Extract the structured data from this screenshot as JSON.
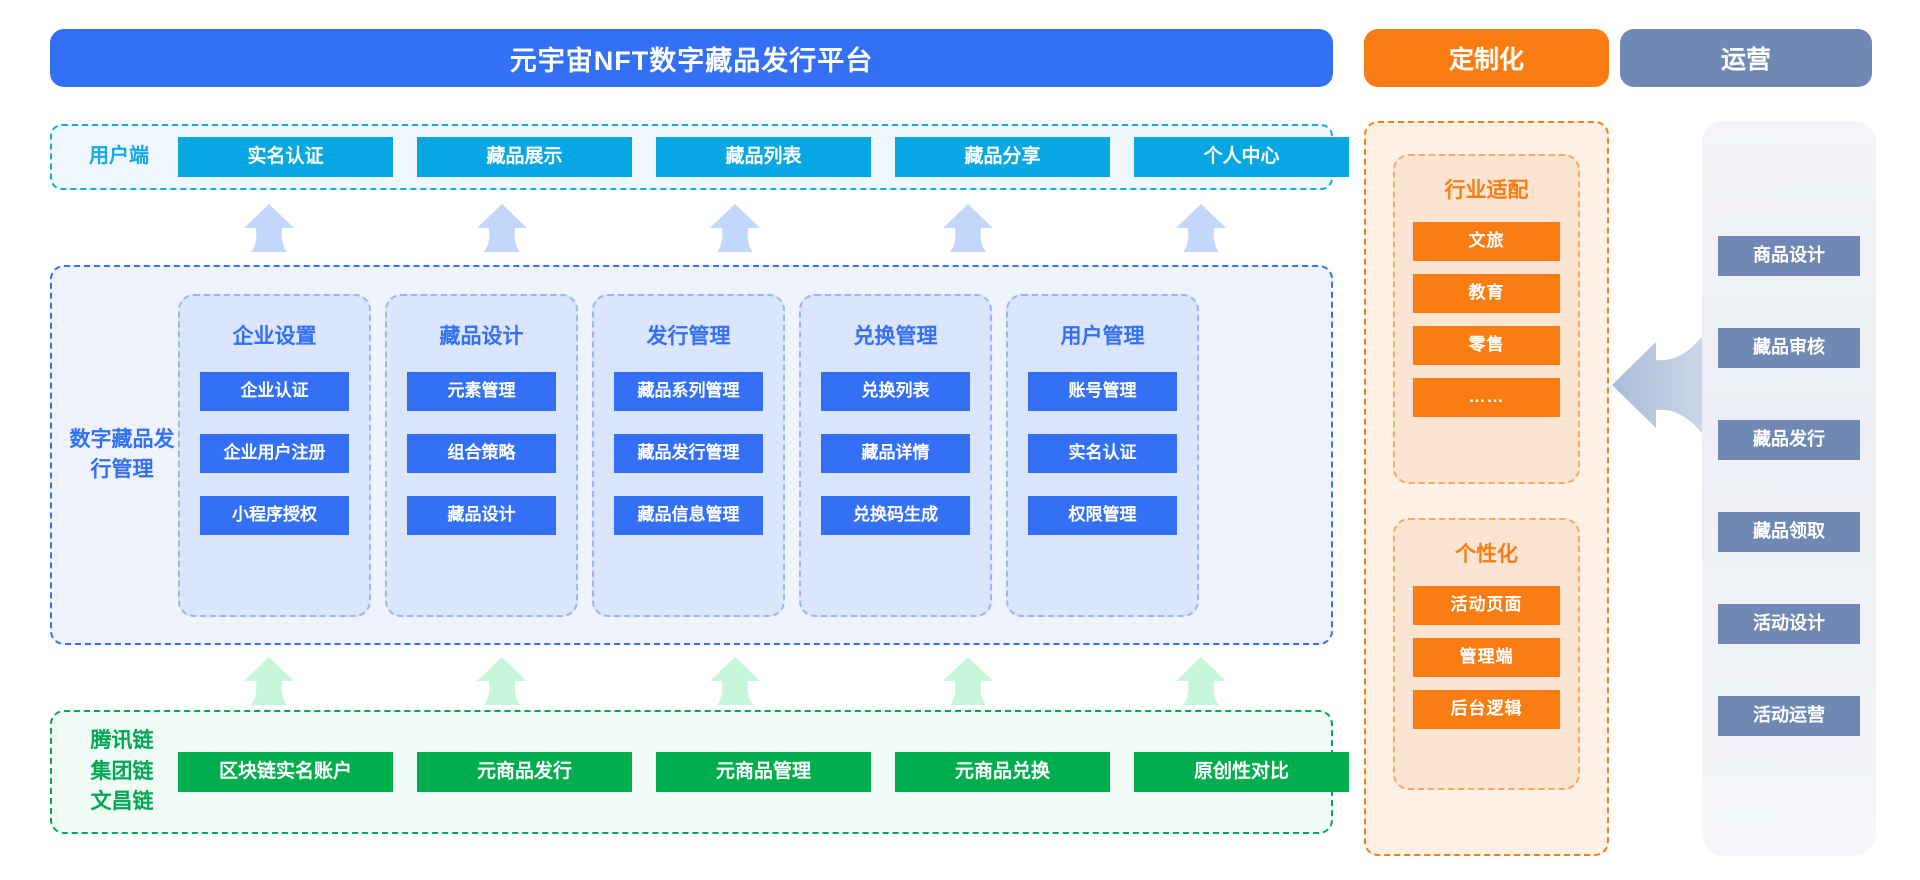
{
  "banners": {
    "platform_title": "元宇宙NFT数字藏品发行平台",
    "customization": "定制化",
    "operation": "运营"
  },
  "colors": {
    "primary_blue": "#3370f5",
    "cyan": "#06a7e2",
    "green": "#00ae4d",
    "orange": "#f97d12",
    "slate": "#7089b4"
  },
  "user_tier": {
    "label": "用户端",
    "items": [
      {
        "label": "实名认证"
      },
      {
        "label": "藏品展示"
      },
      {
        "label": "藏品列表"
      },
      {
        "label": "藏品分享"
      },
      {
        "label": "个人中心"
      }
    ]
  },
  "core_tier": {
    "label": "数字藏品发行管理",
    "cards": [
      {
        "title": "企业设置",
        "items": [
          {
            "label": "企业认证"
          },
          {
            "label": "企业用户注册"
          },
          {
            "label": "小程序授权"
          }
        ]
      },
      {
        "title": "藏品设计",
        "items": [
          {
            "label": "元素管理"
          },
          {
            "label": "组合策略"
          },
          {
            "label": "藏品设计"
          }
        ]
      },
      {
        "title": "发行管理",
        "items": [
          {
            "label": "藏品系列管理"
          },
          {
            "label": "藏品发行管理"
          },
          {
            "label": "藏品信息管理"
          }
        ]
      },
      {
        "title": "兑换管理",
        "items": [
          {
            "label": "兑换列表"
          },
          {
            "label": "藏品详情"
          },
          {
            "label": "兑换码生成"
          }
        ]
      },
      {
        "title": "用户管理",
        "items": [
          {
            "label": "账号管理"
          },
          {
            "label": "实名认证"
          },
          {
            "label": "权限管理"
          }
        ]
      }
    ]
  },
  "chain_tier": {
    "label": "腾讯链集团链文昌链",
    "label_lines": [
      "腾讯链",
      "集团链",
      "文昌链"
    ],
    "items": [
      {
        "label": "区块链实名账户"
      },
      {
        "label": "元商品发行"
      },
      {
        "label": "元商品管理"
      },
      {
        "label": "元商品兑换"
      },
      {
        "label": "原创性对比"
      }
    ]
  },
  "customization_panel": {
    "groups": [
      {
        "title": "行业适配",
        "items": [
          {
            "label": "文旅"
          },
          {
            "label": "教育"
          },
          {
            "label": "零售"
          },
          {
            "label": "……"
          }
        ]
      },
      {
        "title": "个性化",
        "items": [
          {
            "label": "活动页面"
          },
          {
            "label": "管理端"
          },
          {
            "label": "后台逻辑"
          }
        ]
      }
    ]
  },
  "operation_panel": {
    "items": [
      {
        "label": "商品设计"
      },
      {
        "label": "藏品审核"
      },
      {
        "label": "藏品发行"
      },
      {
        "label": "藏品领取"
      },
      {
        "label": "活动设计"
      },
      {
        "label": "活动运营"
      }
    ]
  }
}
